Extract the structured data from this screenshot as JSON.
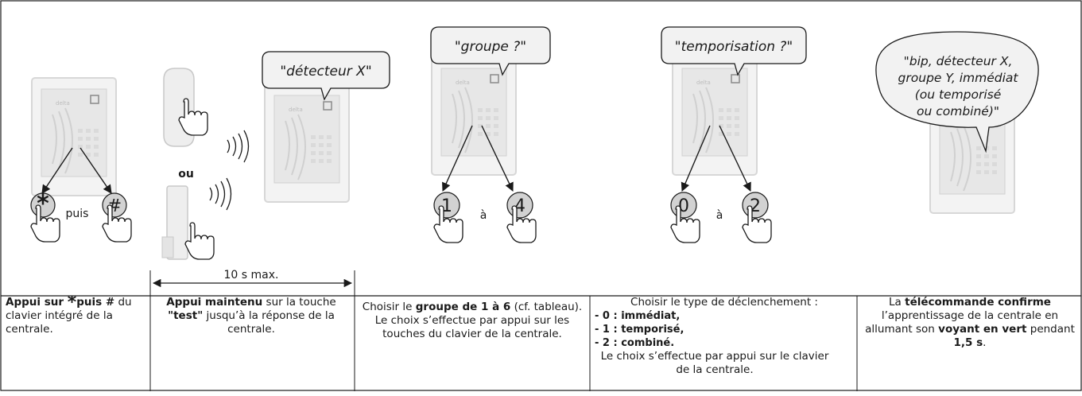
{
  "steps": [
    {
      "keys": [
        "*",
        "#"
      ],
      "connector": "puis",
      "caption_parts": [
        {
          "bold": true,
          "text": "Appui sur "
        },
        {
          "bold": true,
          "text": "*",
          "big": true
        },
        {
          "bold": true,
          "text": "puis  #"
        },
        {
          "bold": false,
          "text": " du clavier intégré de la centrale."
        }
      ]
    },
    {
      "bubble": "\"détecteur X\"",
      "or_label": "ou",
      "timer_label": "10 s max.",
      "caption_parts": [
        {
          "bold": true,
          "text": "Appui maintenu"
        },
        {
          "bold": false,
          "text": " sur la touche "
        },
        {
          "bold": true,
          "text": "\"test\""
        },
        {
          "bold": false,
          "text": " jusqu’à la réponse de la centrale."
        }
      ]
    },
    {
      "bubble": "\"groupe ?\"",
      "keys": [
        "1",
        "4"
      ],
      "connector": "à",
      "caption_parts": [
        {
          "bold": false,
          "text": "Choisir le "
        },
        {
          "bold": true,
          "text": "groupe de 1 à 6"
        },
        {
          "bold": false,
          "text": " (cf. tableau). Le choix s’effectue par appui sur les touches du clavier de la centrale."
        }
      ]
    },
    {
      "bubble": "\"temporisation ?\"",
      "keys": [
        "0",
        "2"
      ],
      "connector": "à",
      "caption_intro": "Choisir le type de déclenchement :",
      "options": [
        "- 0  : immédiat,",
        "- 1 : temporisé,",
        "- 2 : combiné."
      ],
      "caption_outro": "Le choix s’effectue par appui sur le clavier de la centrale."
    },
    {
      "bubble_lines": [
        "\"bip, détecteur X,",
        "groupe Y, immédiat",
        "(ou temporisé",
        "ou combiné)\""
      ],
      "caption_parts": [
        {
          "bold": false,
          "text": "La "
        },
        {
          "bold": true,
          "text": "télécommande confirme"
        },
        {
          "bold": false,
          "text": " l’apprentissage de la centrale en allumant son "
        },
        {
          "bold": true,
          "text": "voyant en vert"
        },
        {
          "bold": false,
          "text": " pendant "
        },
        {
          "bold": true,
          "text": "1,5 s"
        },
        {
          "bold": false,
          "text": "."
        }
      ]
    }
  ],
  "colors": {
    "panel": "#f3f3f3",
    "panel_border": "#d7d7d7",
    "key_fill": "#d2d2d2",
    "line": "#1a1a1a",
    "grey_text": "#bcbcbc"
  },
  "icons": [
    "alarm-keypad-panel",
    "hand-pointer",
    "motion-detector",
    "door-contact",
    "radio-waves"
  ]
}
